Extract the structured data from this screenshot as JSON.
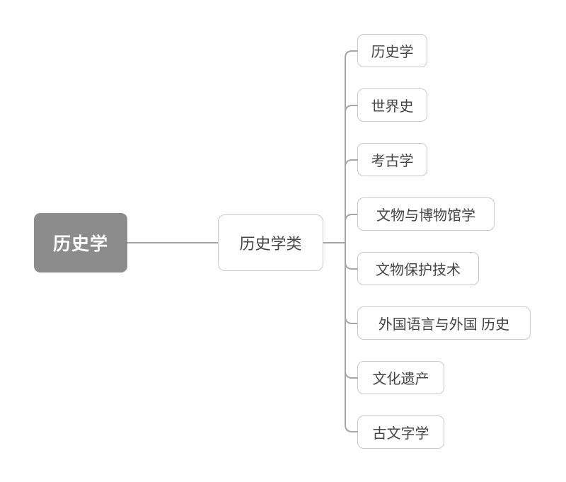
{
  "diagram": {
    "type": "mind-map",
    "orientation": "left-to-right",
    "background_color": "#ffffff",
    "root": {
      "label": "历史学",
      "fill_color": "#8c8c8c",
      "text_color": "#ffffff"
    },
    "branch": {
      "label": "历史学类",
      "fill_color": "#ffffff",
      "border_color": "#c9c9c9",
      "text_color": "#444444"
    },
    "connector_color": "#a6a6a6",
    "leaves": [
      {
        "label": "历史学"
      },
      {
        "label": "世界史"
      },
      {
        "label": "考古学"
      },
      {
        "label": "文物与博物馆学"
      },
      {
        "label": "文物保护技术"
      },
      {
        "label": "外国语言与外国 历史"
      },
      {
        "label": "文化遗产"
      },
      {
        "label": "古文字学"
      }
    ]
  }
}
